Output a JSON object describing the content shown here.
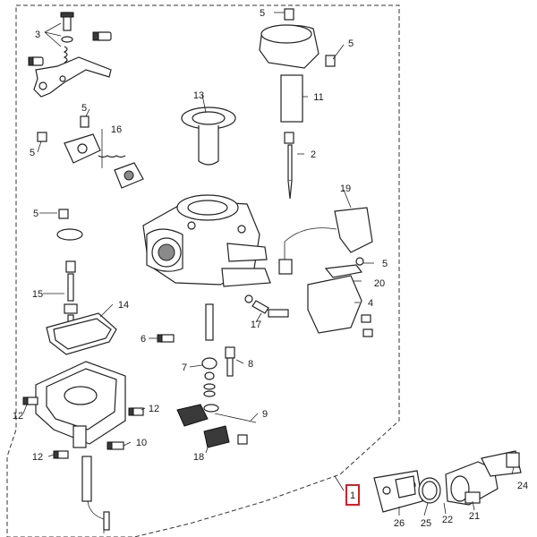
{
  "diagram": {
    "callouts": [
      {
        "id": "c5a",
        "text": "5"
      },
      {
        "id": "c5b",
        "text": "5"
      },
      {
        "id": "c3",
        "text": "3"
      },
      {
        "id": "c13",
        "text": "13"
      },
      {
        "id": "c11",
        "text": "11"
      },
      {
        "id": "c5c",
        "text": "5"
      },
      {
        "id": "c16",
        "text": "16"
      },
      {
        "id": "c5d",
        "text": "5"
      },
      {
        "id": "c2",
        "text": "2"
      },
      {
        "id": "c19",
        "text": "19"
      },
      {
        "id": "c5e",
        "text": "5"
      },
      {
        "id": "c5f",
        "text": "5"
      },
      {
        "id": "c15",
        "text": "15"
      },
      {
        "id": "c14",
        "text": "14"
      },
      {
        "id": "c20",
        "text": "20"
      },
      {
        "id": "c4",
        "text": "4"
      },
      {
        "id": "c17",
        "text": "17"
      },
      {
        "id": "c6",
        "text": "6"
      },
      {
        "id": "c7",
        "text": "7"
      },
      {
        "id": "c8",
        "text": "8"
      },
      {
        "id": "c12a",
        "text": "12"
      },
      {
        "id": "c12b",
        "text": "12"
      },
      {
        "id": "c9",
        "text": "9"
      },
      {
        "id": "c10",
        "text": "10"
      },
      {
        "id": "c12c",
        "text": "12"
      },
      {
        "id": "c18",
        "text": "18"
      },
      {
        "id": "c1",
        "text": "1"
      },
      {
        "id": "c24",
        "text": "24"
      },
      {
        "id": "c26",
        "text": "26"
      },
      {
        "id": "c25",
        "text": "25"
      },
      {
        "id": "c22",
        "text": "22"
      },
      {
        "id": "c21",
        "text": "21"
      }
    ],
    "highlight_color": "#d0202a"
  }
}
